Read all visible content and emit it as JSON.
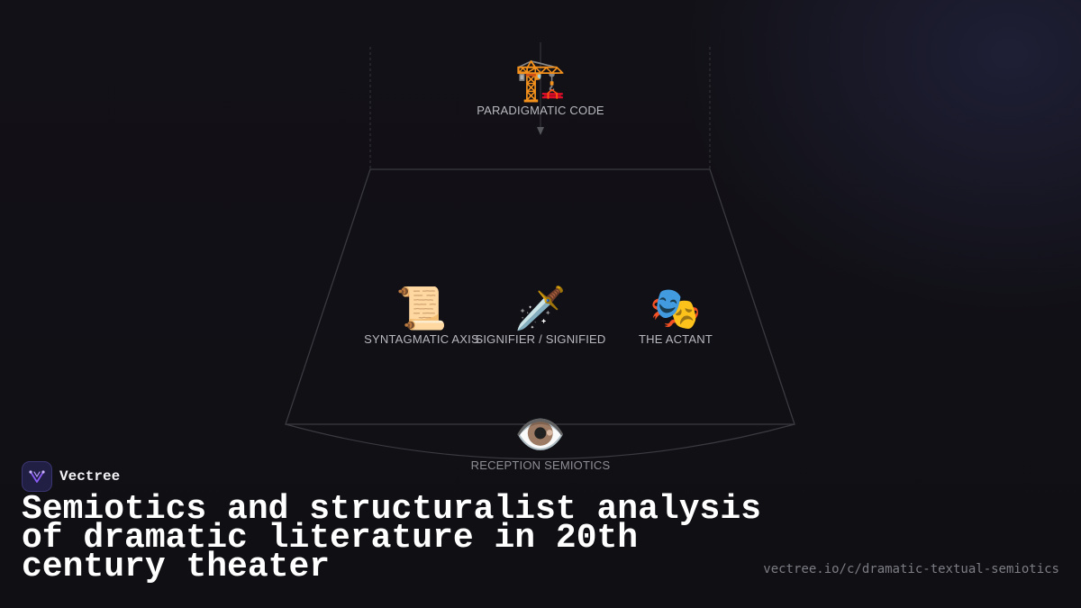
{
  "diagram": {
    "nodes": [
      {
        "id": "paradigmatic",
        "icon": "🏗️",
        "icon_name": "crane-icon",
        "label": "PARADIGMATIC CODE"
      },
      {
        "id": "syntagmatic",
        "icon": "📜",
        "icon_name": "scroll-icon",
        "label": "SYNTAGMATIC AXIS"
      },
      {
        "id": "signifier",
        "icon": "🗡️",
        "icon_name": "dagger-icon",
        "label": "SIGNIFIER / SIGNIFIED"
      },
      {
        "id": "actant",
        "icon": "🎭",
        "icon_name": "theater-masks-icon",
        "label": "THE ACTANT"
      },
      {
        "id": "reception",
        "icon": "👁️",
        "icon_name": "eye-icon",
        "label": "RECEPTION SEMIOTICS"
      }
    ],
    "line_color": "#3a3a40"
  },
  "brand": {
    "name": "Vectree",
    "logo_icon": "vectree-logo-icon",
    "accent": "#8a5cf5"
  },
  "title": "Semiotics and structuralist analysis of dramatic literature in 20th century theater",
  "url": "vectree.io/c/dramatic-textual-semiotics"
}
